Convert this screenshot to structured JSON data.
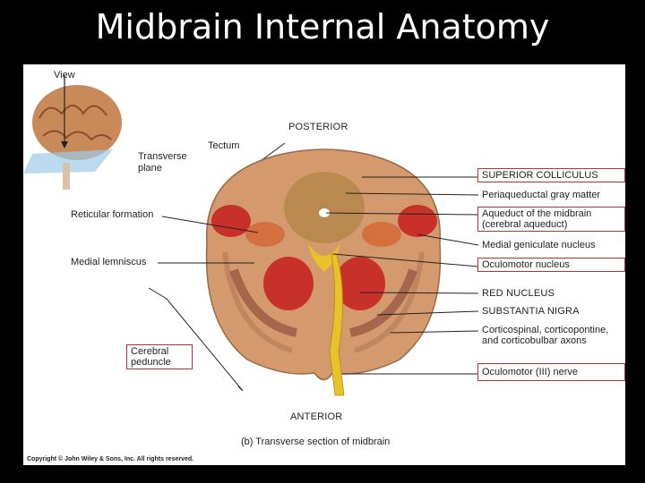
{
  "slide": {
    "title": "Midbrain Internal Anatomy"
  },
  "labels": {
    "view": "View",
    "transverse_plane_1": "Transverse",
    "transverse_plane_2": "plane",
    "tectum": "Tectum",
    "posterior": "POSTERIOR",
    "anterior": "ANTERIOR",
    "reticular_formation": "Reticular formation",
    "medial_lemniscus": "Medial lemniscus",
    "cerebral_peduncle_1": "Cerebral",
    "cerebral_peduncle_2": "peduncle",
    "superior_colliculus": "SUPERIOR COLLICULUS",
    "periaqueductal_gray": "Periaqueductal gray matter",
    "aqueduct_1": "Aqueduct of the midbrain",
    "aqueduct_2": "(cerebral aqueduct)",
    "medial_geniculate": "Medial geniculate nucleus",
    "oculomotor_nucleus": "Oculomotor nucleus",
    "red_nucleus": "RED NUCLEUS",
    "substantia_nigra": "SUBSTANTIA NIGRA",
    "corticospinal_1": "Corticospinal, corticopontine,",
    "corticospinal_2": "and corticobulbar axons",
    "oculomotor_nerve": "Oculomotor (III) nerve"
  },
  "caption": "(b) Transverse section of midbrain",
  "copyright": "Copyright © John Wiley & Sons, Inc. All rights reserved.",
  "colors": {
    "tissue": "#d49a6e",
    "nucleus_red": "#c8302a",
    "gray_matter": "#b9894f",
    "nerve_yellow": "#e8c22a",
    "box_border": "#c0302f"
  }
}
